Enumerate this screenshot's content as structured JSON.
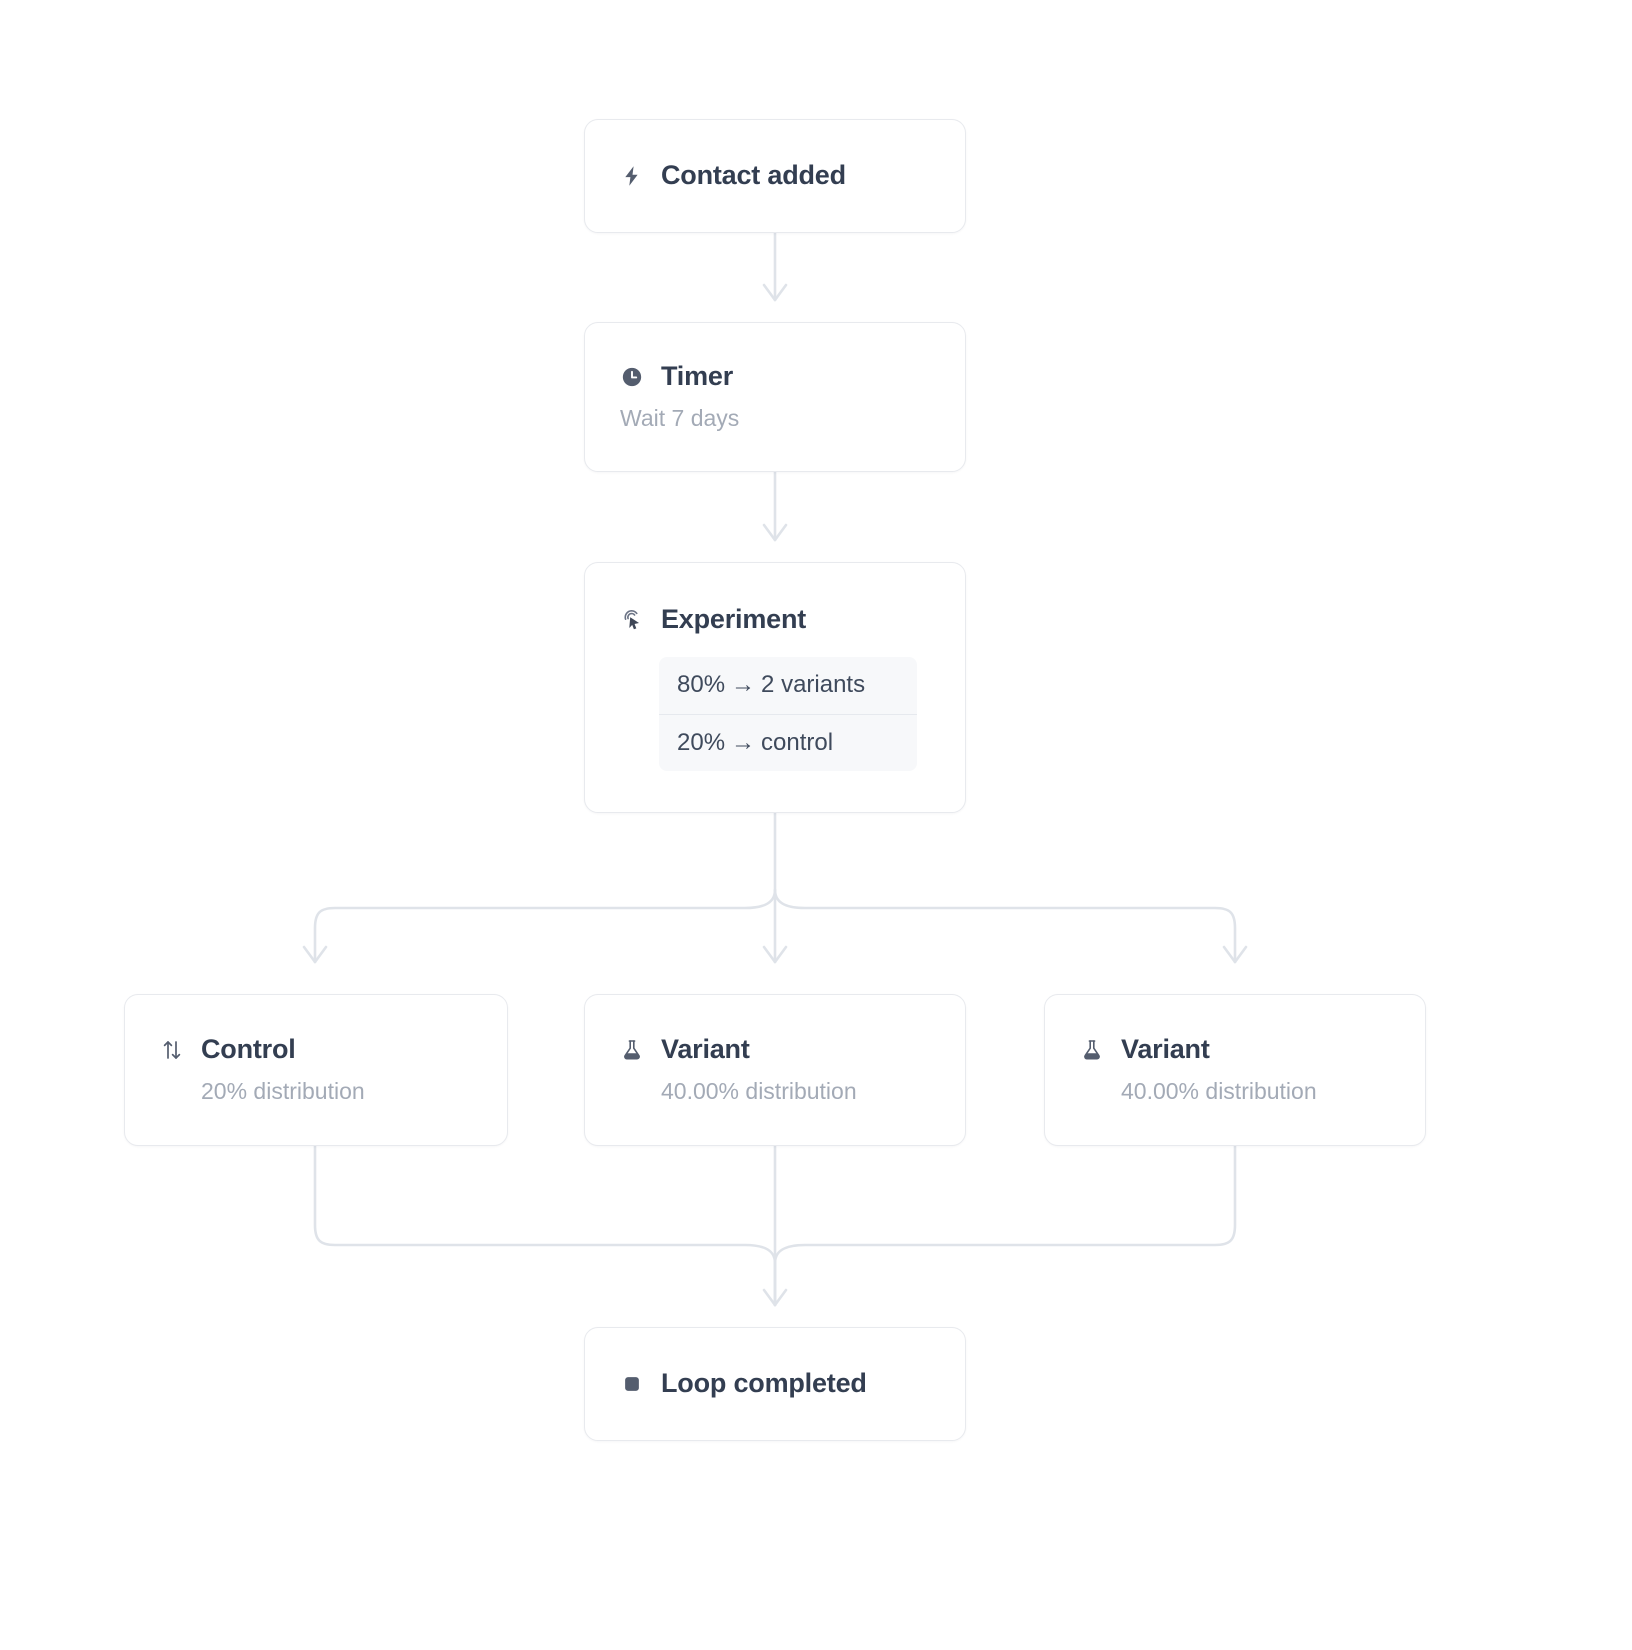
{
  "theme": {
    "background": "#ffffff",
    "card_border": "#e8eaee",
    "title_color": "#333e51",
    "subtitle_color": "#a3aab6",
    "edge_color": "#dfe3e9",
    "panel_background": "#f7f8fa",
    "panel_text": "#3f4a5c"
  },
  "workflow": {
    "trigger": {
      "icon": "lightning-bolt-icon",
      "title": "Contact added"
    },
    "timer": {
      "icon": "clock-icon",
      "title": "Timer",
      "subtitle": "Wait 7 days"
    },
    "experiment": {
      "icon": "cursor-click-icon",
      "title": "Experiment",
      "splits": [
        {
          "percent": "80%",
          "arrow": "→",
          "target": "2 variants"
        },
        {
          "percent": "20%",
          "arrow": "→",
          "target": "control"
        }
      ]
    },
    "branches": [
      {
        "icon": "arrows-up-down-icon",
        "title": "Control",
        "subtitle": "20% distribution"
      },
      {
        "icon": "flask-icon",
        "title": "Variant",
        "subtitle": "40.00% distribution"
      },
      {
        "icon": "flask-icon",
        "title": "Variant",
        "subtitle": "40.00% distribution"
      }
    ],
    "end": {
      "icon": "stop-square-icon",
      "title": "Loop completed"
    }
  }
}
